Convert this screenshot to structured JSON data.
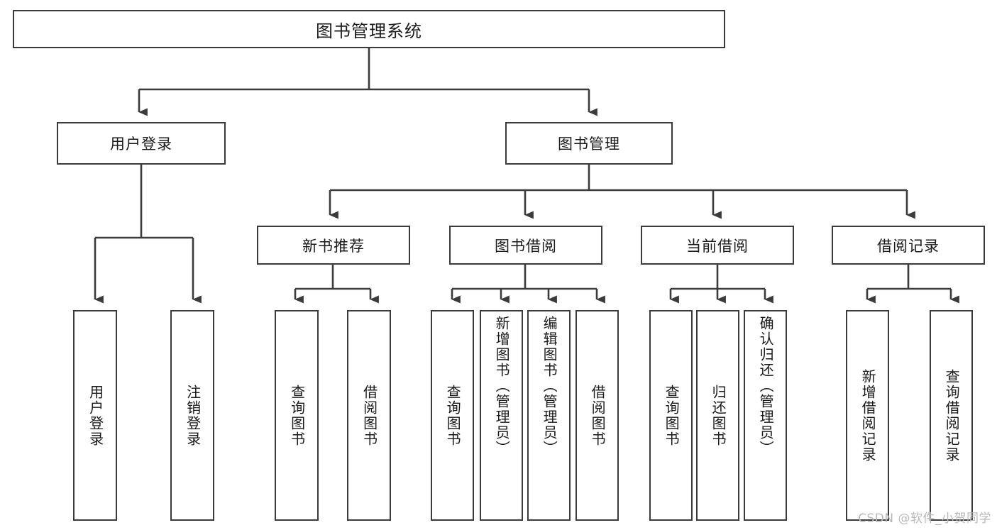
{
  "diagram": {
    "title": "图书管理系统",
    "watermark": "CSDN @软件_小贺同学",
    "line_color": "#3b3b3b",
    "box_fill": "#ffffff",
    "text_color": "#1a1a1a",
    "watermark_color": "#b9b9b9"
  },
  "root": {
    "label": "图书管理系统"
  },
  "level2": [
    {
      "label": "用户登录"
    },
    {
      "label": "图书管理"
    }
  ],
  "level3": [
    {
      "label": "新书推荐"
    },
    {
      "label": "图书借阅"
    },
    {
      "label": "当前借阅"
    },
    {
      "label": "借阅记录"
    }
  ],
  "leaves": {
    "user_login": [
      {
        "label": "用户登录"
      },
      {
        "label": "注销登录"
      }
    ],
    "new_book": [
      {
        "label": "查询图书"
      },
      {
        "label": "借阅图书"
      }
    ],
    "book_borrow": [
      {
        "label": "查询图书"
      },
      {
        "label": "新增图书（管理员）"
      },
      {
        "label": "编辑图书（管理员）"
      },
      {
        "label": "借阅图书"
      }
    ],
    "current_borrow": [
      {
        "label": "查询图书"
      },
      {
        "label": "归还图书"
      },
      {
        "label": "确认归还（管理员）"
      }
    ],
    "borrow_record": [
      {
        "label": "新增借阅记录"
      },
      {
        "label": "查询借阅记录"
      }
    ]
  }
}
